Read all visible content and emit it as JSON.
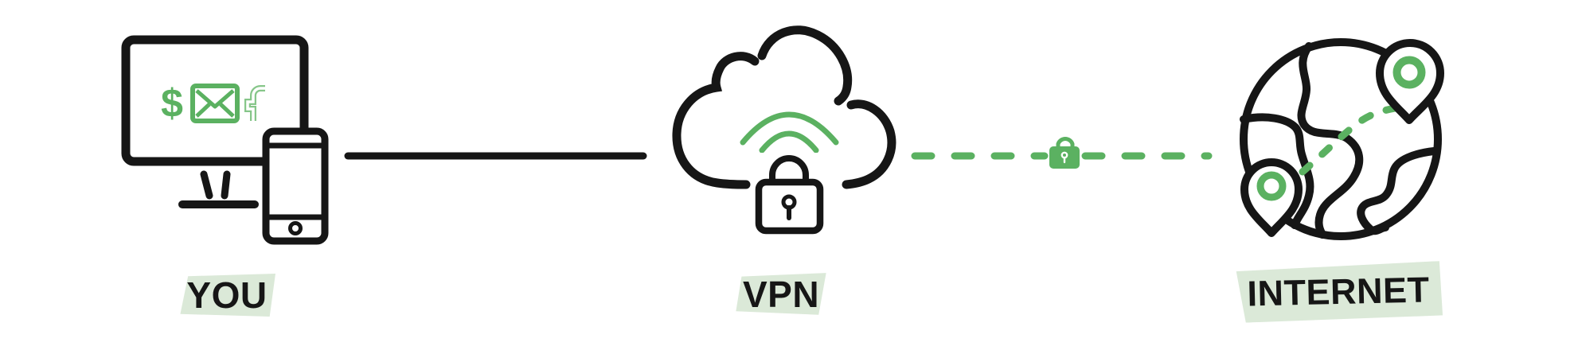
{
  "diagram": {
    "type": "vpn-concept-illustration",
    "labels": {
      "you": "YOU",
      "vpn": "VPN",
      "internet": "INTERNET"
    },
    "monitor_screen": {
      "dollar_symbol": "$"
    },
    "nodes": [
      {
        "id": "you",
        "label": "YOU",
        "icon": "computer-and-phone-icon",
        "screen_icons": [
          "dollar-icon",
          "mail-icon",
          "facebook-icon"
        ]
      },
      {
        "id": "vpn",
        "label": "VPN",
        "icon": "cloud-icon",
        "sub_icons": [
          "wifi-icon",
          "padlock-icon"
        ]
      },
      {
        "id": "internet",
        "label": "INTERNET",
        "icon": "globe-icon",
        "sub_icons": [
          "location-pin-icon",
          "location-pin-icon",
          "dashed-route-icon"
        ]
      }
    ],
    "connections": [
      {
        "from": "you",
        "to": "vpn",
        "style": "solid",
        "color": "#161616"
      },
      {
        "from": "vpn",
        "to": "internet",
        "style": "dashed",
        "color": "#5bb161",
        "badge": "encrypted-lock-icon"
      }
    ],
    "colors": {
      "outline_black": "#161616",
      "accent_green": "#5bb161",
      "accent_green_light": "#86c689",
      "label_highlight": "#dbe9d8",
      "background": "#ffffff"
    }
  }
}
